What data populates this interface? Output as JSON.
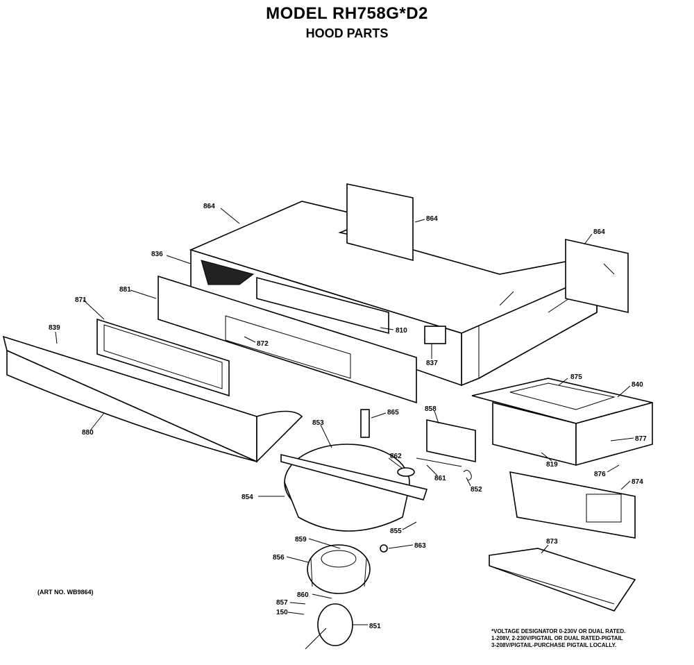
{
  "header": {
    "title": "MODEL RH758G*D2",
    "subtitle": "HOOD PARTS"
  },
  "art_number": "(ART NO. WB9864)",
  "voltage_note": [
    "*VOLTAGE DESIGNATOR 0-230V OR DUAL RATED.",
    "1-208V, 2-230V/PIGTAIL OR DUAL RATED-PIGTAIL",
    "3-208V/PIGTAIL-PURCHASE PIGTAIL LOCALLY."
  ],
  "callouts": {
    "c864_top": "864",
    "c864_back": "864",
    "c864_right": "864",
    "c836": "836",
    "c881": "881",
    "c871": "871",
    "c839": "839",
    "c880": "880",
    "c810": "810",
    "c872": "872",
    "c837": "837",
    "c865": "865",
    "c853": "853",
    "c862": "862",
    "c858": "858",
    "c861": "861",
    "c852": "852",
    "c854": "854",
    "c855": "855",
    "c863": "863",
    "c859": "859",
    "c856": "856",
    "c860": "860",
    "c857": "857",
    "c150": "150",
    "c851": "851",
    "c875": "875",
    "c840": "840",
    "c877": "877",
    "c819": "819",
    "c876": "876",
    "c874": "874",
    "c873": "873"
  }
}
